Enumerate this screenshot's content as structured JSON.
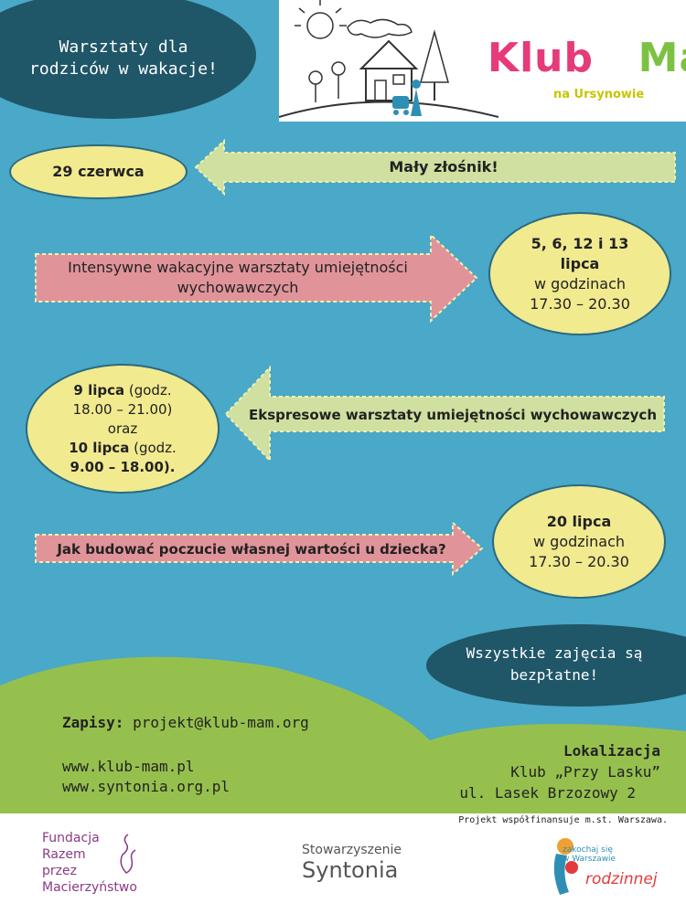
{
  "header": {
    "title_line1": "Warsztaty dla",
    "title_line2": "rodziców w wakacje!",
    "logo_word1": "Klub",
    "logo_word2": "Mam",
    "logo_sub": "na Ursynowie"
  },
  "events": [
    {
      "arrow_text": "Mały złośnik!",
      "date_lines": [
        "29 czerwca"
      ]
    },
    {
      "arrow_text_line1": "Intensywne wakacyjne warsztaty umiejętności",
      "arrow_text_line2": "wychowawczych",
      "date_bold_line1": "5, 6, 12 i 13",
      "date_bold_line2": "lipca",
      "date_line3": "w godzinach",
      "date_line4": "17.30 – 20.30"
    },
    {
      "arrow_text": "Ekspresowe warsztaty umiejętności wychowawczych",
      "date_bold_a": "9 lipca",
      "date_a_rest": " (godz.",
      "date_a2": "18.00 – 21.00)",
      "date_or": "oraz",
      "date_bold_b": "10 lipca",
      "date_b_rest": " (godz.",
      "date_b2": "9.00 – 18.00)."
    },
    {
      "arrow_text": "Jak budować poczucie własnej wartości u dziecka?",
      "date_bold_line1": "20 lipca",
      "date_line2": "w godzinach",
      "date_line3": "17.30 – 20.30"
    }
  ],
  "free_note_line1": "Wszystkie zajęcia są",
  "free_note_line2": "bezpłatne!",
  "contact": {
    "signup_label": "Zapisy:",
    "signup_email": "projekt@klub-mam.org",
    "website1": "www.klub-mam.pl",
    "website2": "www.syntonia.org.pl"
  },
  "location": {
    "heading": "Lokalizacja",
    "line1": "Klub „Przy Lasku”",
    "line2": "ul. Lasek Brzozowy 2"
  },
  "footer": {
    "cofinance": "Projekt współfinansuje m.st. Warszawa.",
    "fundacja_l1": "Fundacja",
    "fundacja_l2": "Razem",
    "fundacja_l3": "przez",
    "fundacja_l4": "Macierzyństwo",
    "syntonia_l1": "Stowarzyszenie",
    "syntonia_l2": "Syntonia",
    "rodzinnej_small": "zakochaj się w Warszawie",
    "rodzinnej_big": "rodzinnej"
  },
  "colors": {
    "background": "#4aa8c8",
    "dark_blob": "#1f5668",
    "ellipse_fill": "#f1ea8f",
    "arrow_green": "#cfe0a0",
    "arrow_pink": "#e0949a",
    "hill_green": "#96c04e"
  }
}
